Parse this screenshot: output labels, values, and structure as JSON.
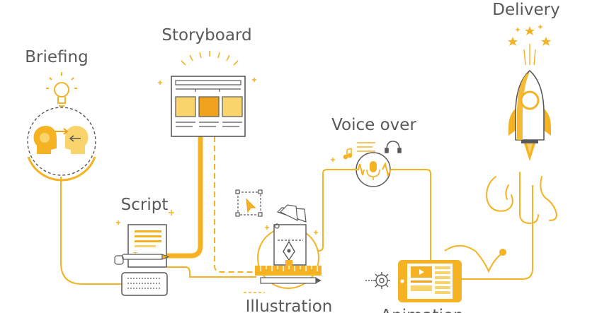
{
  "stages": {
    "briefing": "Briefing",
    "script": "Script",
    "storyboard": "Storyboard",
    "illustration": "Illustration",
    "voice_over": "Voice over",
    "animation": "Animation",
    "delivery": "Delivery"
  },
  "colors": {
    "accent": "#f5b324",
    "accent_light": "#f9d36c",
    "accent_dark": "#f0a21c",
    "line_dark": "#58595b",
    "text": "#58595b"
  },
  "icons": [
    "lightbulb-icon",
    "two-heads-icon",
    "document-pen-icon",
    "keyboard-icon",
    "storyboard-icon",
    "selection-cursor-icon",
    "pen-nib-icon",
    "ruler-icon",
    "music-note-icon",
    "microphone-icon",
    "headphones-icon",
    "gear-icon",
    "tablet-video-icon",
    "rocket-icon",
    "stars-icon"
  ]
}
